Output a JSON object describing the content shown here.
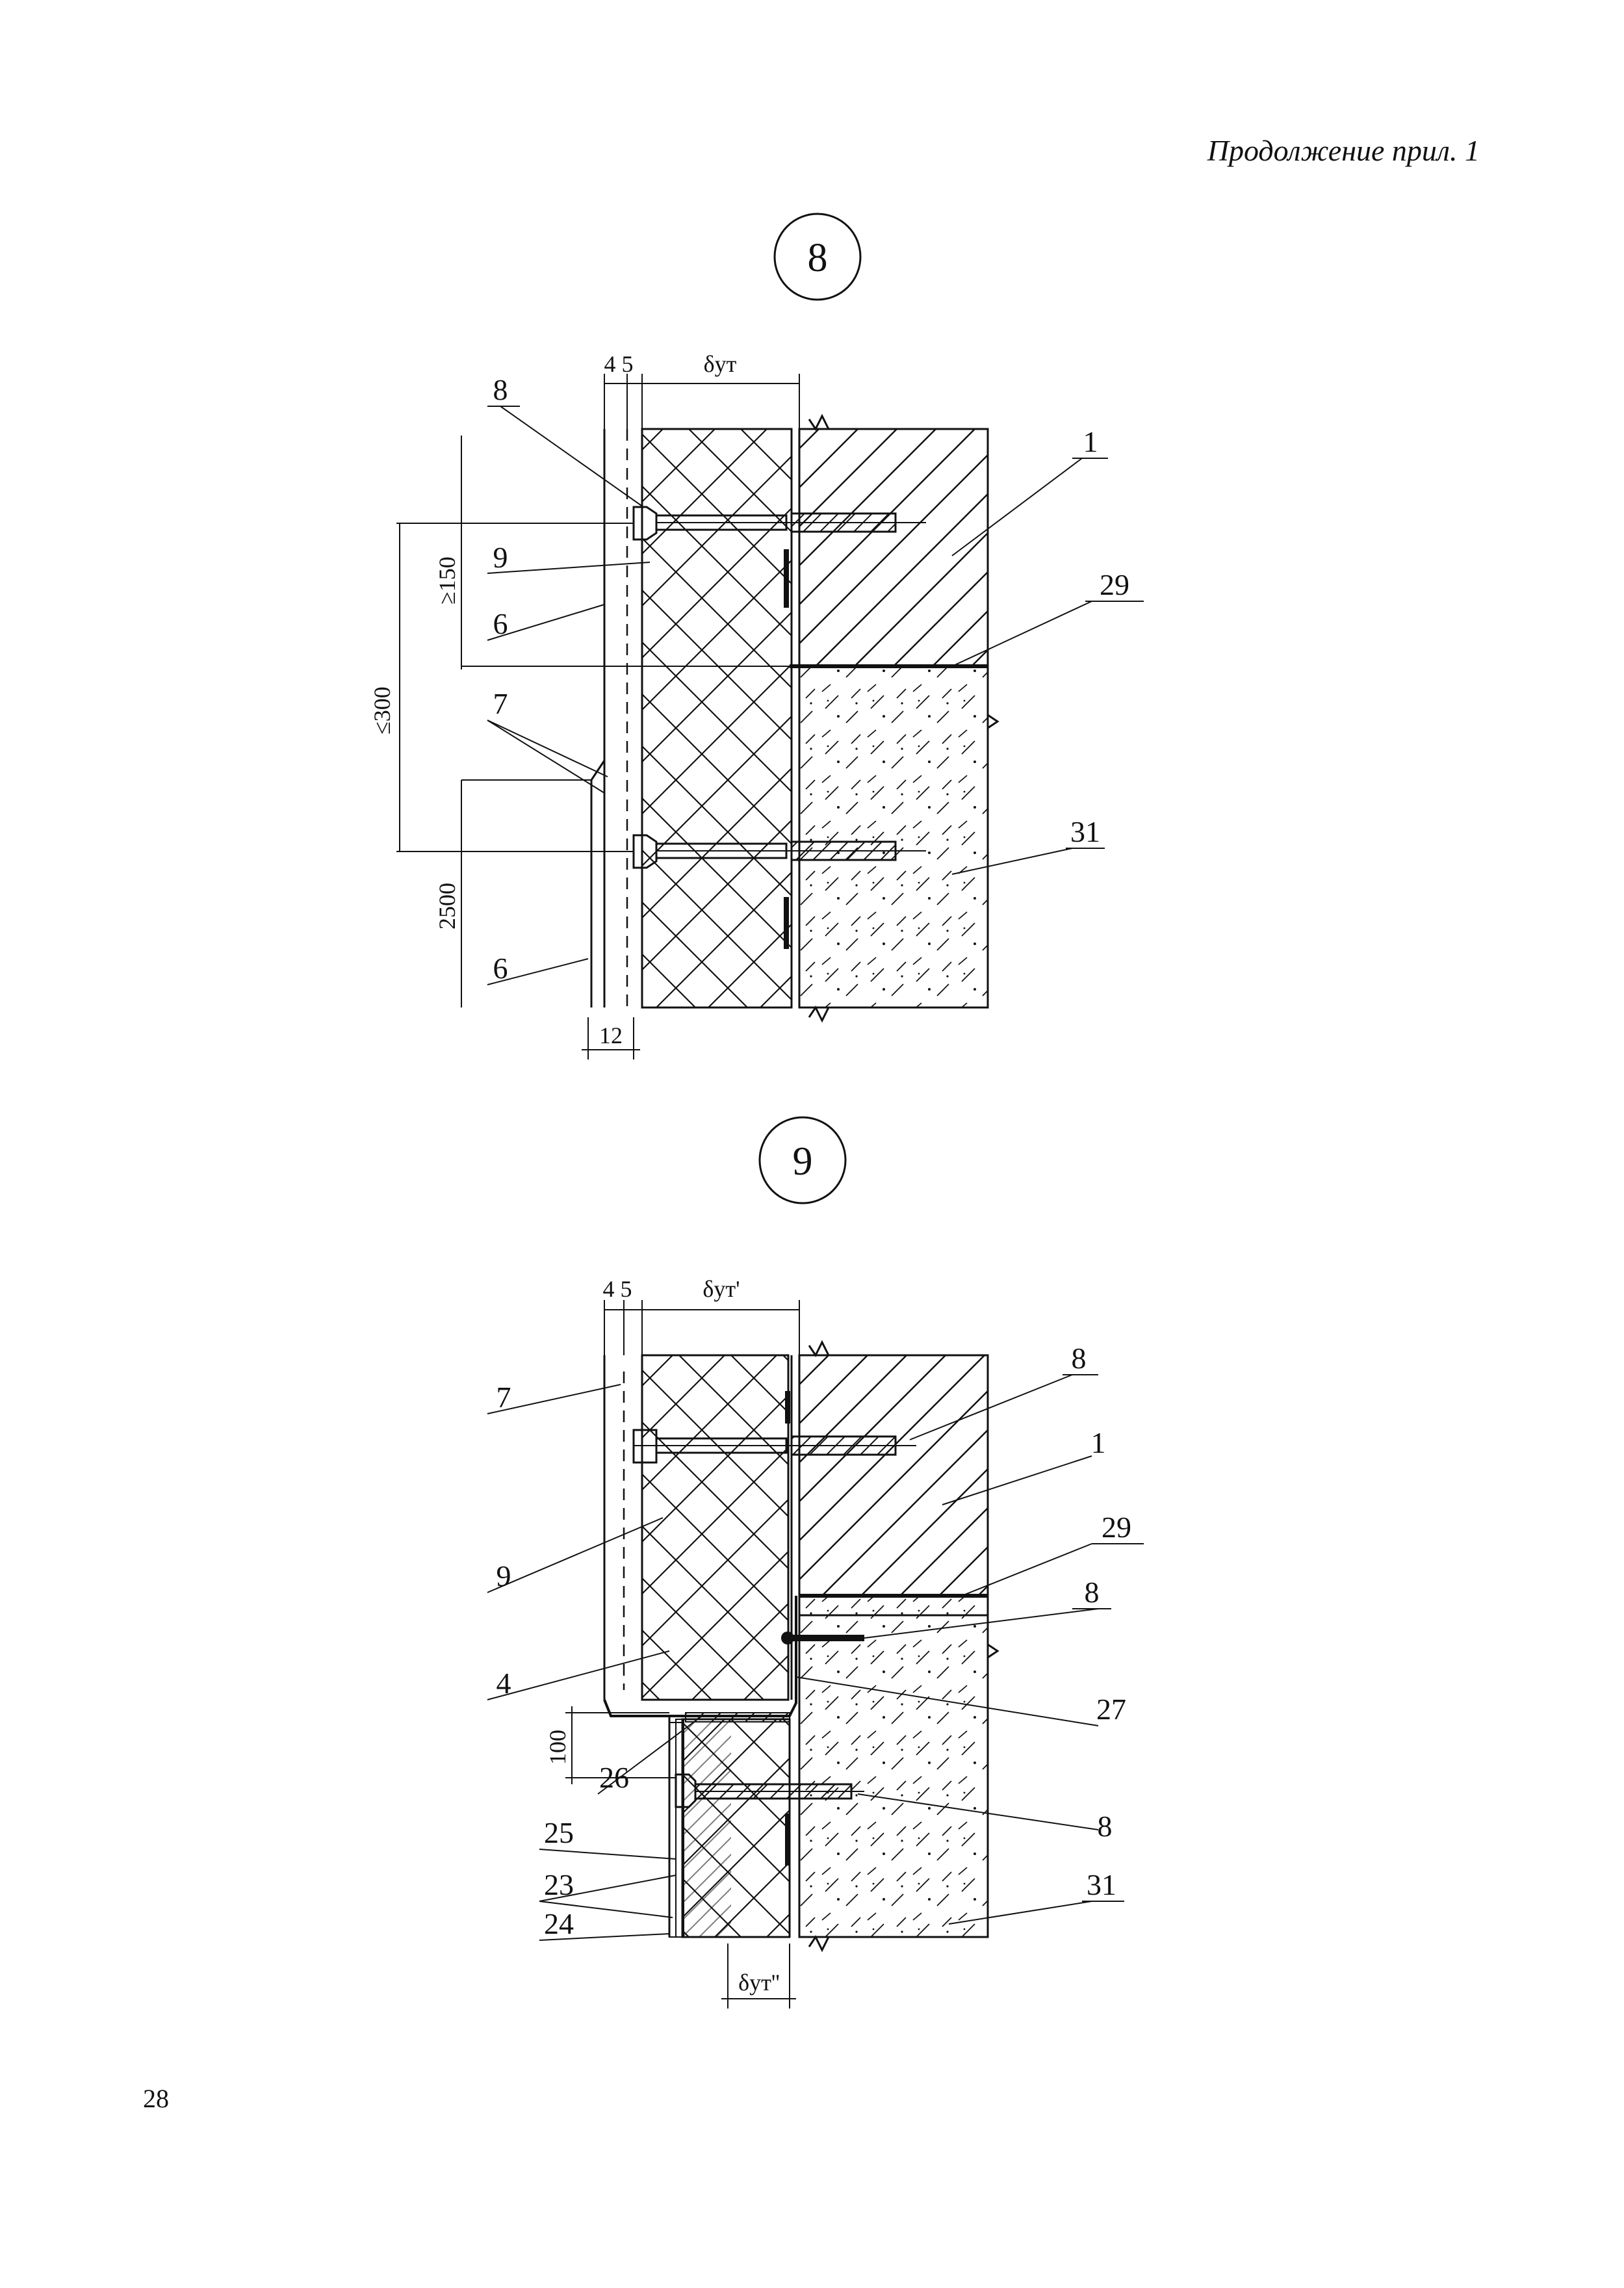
{
  "header": {
    "continuation": "Продолжение прил. 1"
  },
  "page_number": "28",
  "detail8": {
    "number": "8",
    "dim_top_left": "4 5",
    "dim_top_insulation": "δут",
    "dim_150": "≥150",
    "dim_300": "≤300",
    "dim_2500": "2500",
    "dim_bottom": "12",
    "callouts": [
      "8",
      "9",
      "6",
      "7",
      "6",
      "1",
      "29",
      "31"
    ]
  },
  "detail9": {
    "number": "9",
    "dim_top_left": "4 5",
    "dim_top_insulation": "δут'",
    "dim_100": "100",
    "dim_bottom": "δут''",
    "callouts": [
      "7",
      "9",
      "4",
      "26",
      "25",
      "23",
      "24",
      "8",
      "1",
      "29",
      "8",
      "27",
      "8",
      "31"
    ]
  }
}
